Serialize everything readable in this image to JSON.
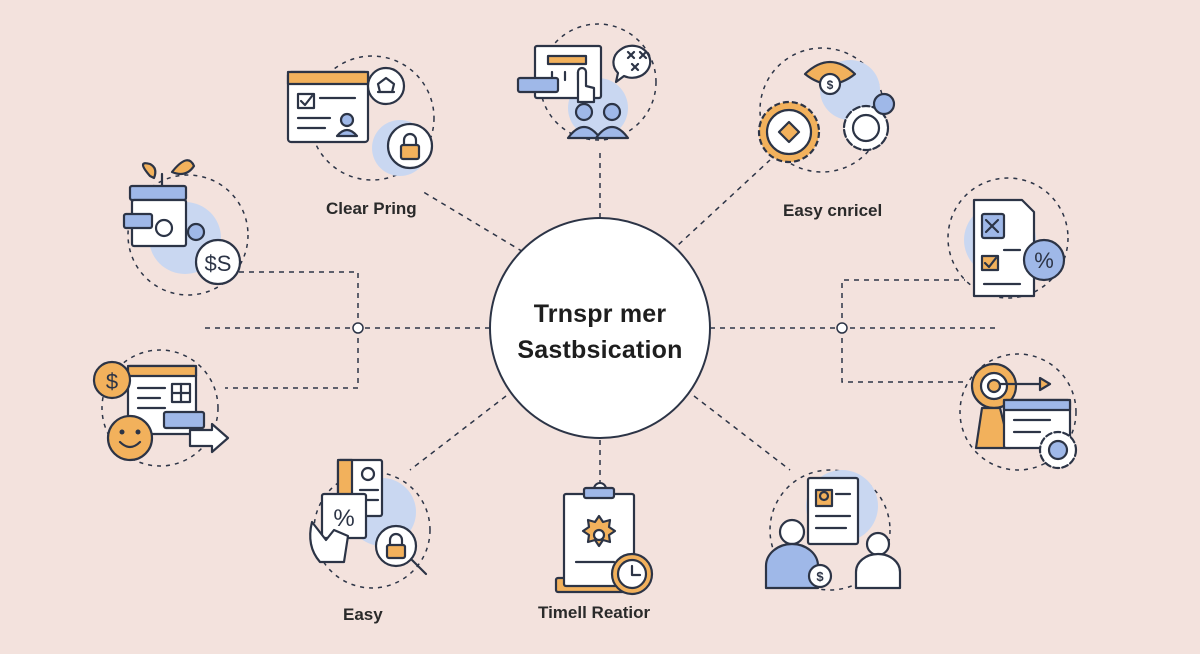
{
  "center": {
    "title_line1": "Trnspr mer",
    "title_line2": "Sastbsication"
  },
  "labels": {
    "clear_pricing": "Clear Pring",
    "easy_control": "Easy cnricel",
    "easy": "Easy",
    "timely_relation": "Timell Reatior"
  },
  "icons": [
    "browser-checklist-lock-icon",
    "presentation-board-icon",
    "gears-money-icon",
    "wallet-plant-dollar-icon",
    "document-percent-icon",
    "dollar-browser-smiley-icon",
    "target-arrow-gear-icon",
    "hand-percent-lock-icon",
    "clipboard-gear-clock-icon",
    "people-document-dollar-icon"
  ],
  "colors": {
    "background": "#f3e2dd",
    "accent_orange": "#f2b15c",
    "accent_blue": "#9fb8e8",
    "outline": "#2c3446"
  }
}
